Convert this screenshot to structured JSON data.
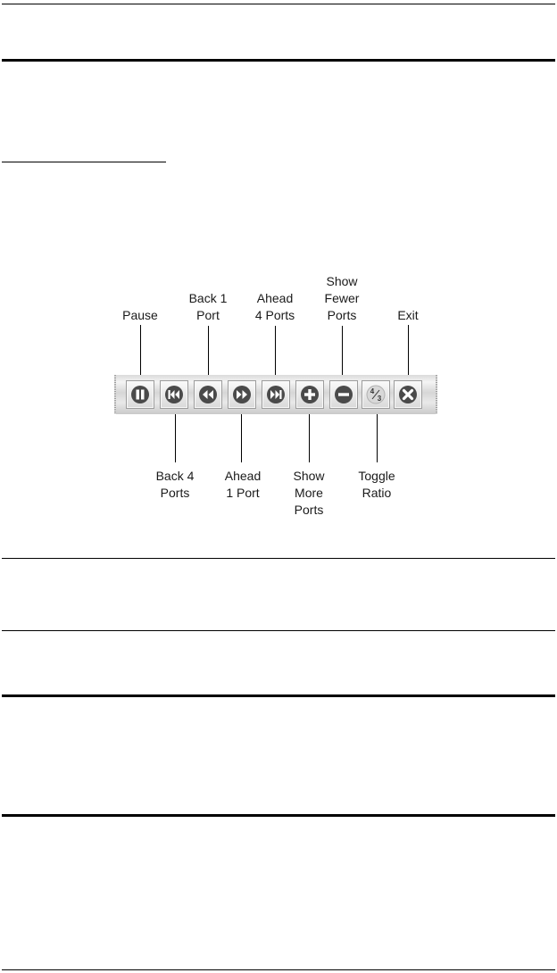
{
  "figure": {
    "top_labels": {
      "pause": "Pause",
      "back_1_port": [
        "Back 1",
        "Port"
      ],
      "ahead_4_ports": [
        "Ahead",
        "4 Ports"
      ],
      "show_fewer_ports": [
        "Show",
        "Fewer",
        "Ports"
      ],
      "exit": "Exit"
    },
    "bottom_labels": {
      "back_4_ports": [
        "Back 4",
        "Ports"
      ],
      "ahead_1_port": [
        "Ahead",
        "1 Port"
      ],
      "show_more_ports": [
        "Show",
        "More",
        "Ports"
      ],
      "toggle_ratio": [
        "Toggle",
        "Ratio"
      ]
    },
    "toolbar": {
      "buttons": [
        {
          "name": "pause",
          "icon": "pause-icon"
        },
        {
          "name": "back-4-ports",
          "icon": "skip-back-icon"
        },
        {
          "name": "back-1-port",
          "icon": "rewind-icon"
        },
        {
          "name": "ahead-1-port",
          "icon": "fast-forward-icon"
        },
        {
          "name": "ahead-4-ports",
          "icon": "skip-forward-icon"
        },
        {
          "name": "show-more-ports",
          "icon": "plus-icon"
        },
        {
          "name": "show-fewer-ports",
          "icon": "minus-icon"
        },
        {
          "name": "toggle-ratio",
          "icon": "ratio-icon",
          "glyph": "4/3"
        },
        {
          "name": "exit",
          "icon": "close-icon"
        }
      ]
    }
  }
}
